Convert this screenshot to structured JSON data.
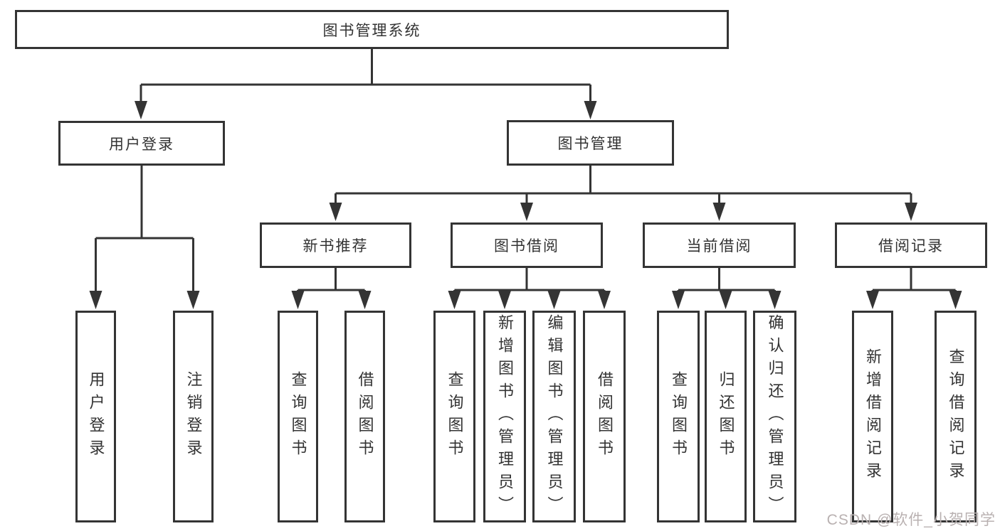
{
  "root": {
    "label": "图书管理系统"
  },
  "level2": [
    {
      "label": "用户登录"
    },
    {
      "label": "图书管理"
    }
  ],
  "level3": [
    {
      "label": "新书推荐"
    },
    {
      "label": "图书借阅"
    },
    {
      "label": "当前借阅"
    },
    {
      "label": "借阅记录"
    }
  ],
  "leaves": {
    "user_login": [
      {
        "label": "用户登录"
      },
      {
        "label": "注销登录"
      }
    ],
    "new_book": [
      {
        "label": "查询图书"
      },
      {
        "label": "借阅图书"
      }
    ],
    "book_borrow": [
      {
        "label": "查询图书"
      },
      {
        "label": "新增图书（管理员）"
      },
      {
        "label": "编辑图书（管理员）"
      },
      {
        "label": "借阅图书"
      }
    ],
    "current_borrow": [
      {
        "label": "查询图书"
      },
      {
        "label": "归还图书"
      },
      {
        "label": "确认归还（管理员）"
      }
    ],
    "borrow_record": [
      {
        "label": "新增借阅记录"
      },
      {
        "label": "查询借阅记录"
      }
    ]
  },
  "watermark": "CSDN @软件_小贺同学",
  "colors": {
    "line": "#343434",
    "box_border": "#343434",
    "text": "#333333",
    "background": "#ffffff",
    "watermark": "#b9b1b1"
  }
}
